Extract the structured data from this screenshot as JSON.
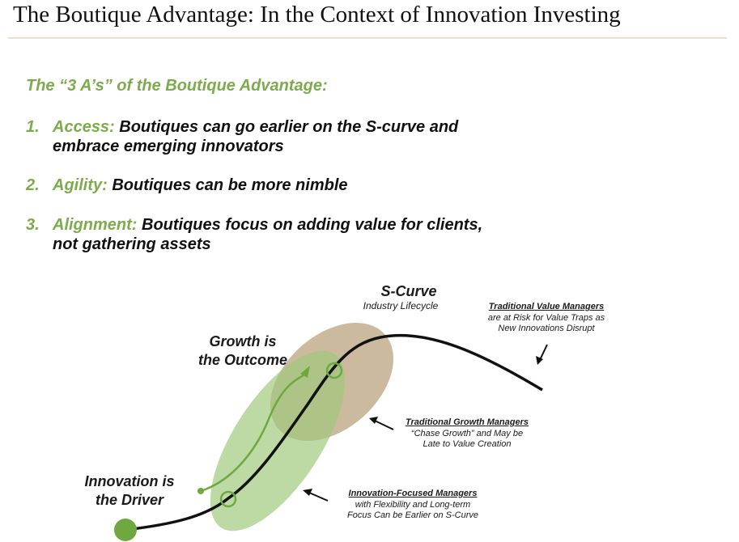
{
  "title": "The Boutique Advantage: In the Context of Innovation Investing",
  "subtitle": "The “3 A’s” of the Boutique Advantage:",
  "points": [
    {
      "num": "1.",
      "keyword": "Access:",
      "text": " Boutiques can go earlier on the S-curve and embrace emerging innovators"
    },
    {
      "num": "2.",
      "keyword": "Agility:",
      "text": " Boutiques can be more nimble"
    },
    {
      "num": "3.",
      "keyword": "Alignment:",
      "text": " Boutiques focus on adding value for clients, not gathering assets"
    }
  ],
  "diagram": {
    "curve_title": "S-Curve",
    "curve_subtitle": "Industry Lifecycle",
    "growth_label_1": "Growth is",
    "growth_label_2": "the Outcome",
    "innovation_label_1": "Innovation is",
    "innovation_label_2": "the Driver",
    "value_managers": {
      "title": "Traditional Value Managers",
      "line1": "are at Risk for Value Traps as",
      "line2": "New Innovations Disrupt"
    },
    "growth_managers": {
      "title": "Traditional Growth Managers",
      "line1": "“Chase Growth” and May be",
      "line2": "Late to Value Creation"
    },
    "innovation_managers": {
      "title": "Innovation-Focused Managers",
      "line1": "with Flexibility and Long-term",
      "line2": "Focus Can be Earlier on S-Curve"
    },
    "colors": {
      "accent_green": "#7dab4c",
      "green_ellipse": "#9ec97a",
      "tan_ellipse": "#b8a07a",
      "curve": "#111111"
    }
  }
}
